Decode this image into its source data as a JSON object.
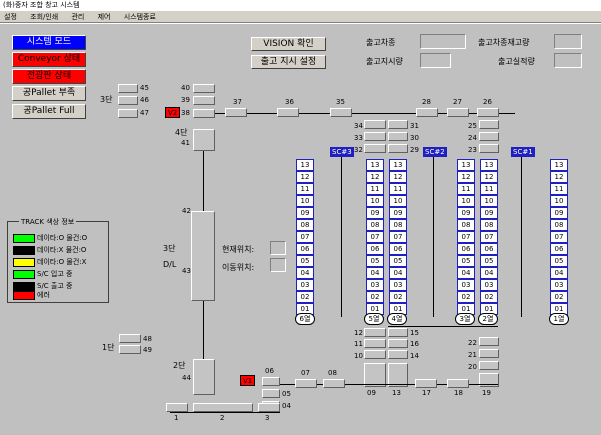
{
  "window": {
    "title": "(화)중자 조합 창고 시스템"
  },
  "menu": [
    "설정",
    "조회/인쇄",
    "관리",
    "제어",
    "시스템종료"
  ],
  "side_buttons": {
    "system_mode": "시스템 모드",
    "conveyor_state": "Conveyor 상태",
    "display_state": "전광판 상태",
    "empty_pallet_short": "공Pallet 부족",
    "empty_pallet_full": "공Pallet Full"
  },
  "top_buttons": {
    "vision_check": "VISION 확인",
    "outbound_order": "출고 지시 설정"
  },
  "status_fields": {
    "outbound_lane": "출고차종",
    "outbound_lane_stock": "출고차종재고량",
    "outbound_time": "출고지시량",
    "outbound_actual": "출고실적량"
  },
  "track_legend": {
    "title": "TRACK 색상 정보",
    "items": [
      {
        "label": "데이타:O 물건:O",
        "color": "#00ff00"
      },
      {
        "label": "데이타:X 물건:O",
        "color": "#000000"
      },
      {
        "label": "데이타:O 물건:X",
        "color": "#ffff00"
      },
      {
        "label": "S/C 입고 중",
        "color": "#00ff00"
      },
      {
        "label": "S/C 출고 중",
        "color": "#000000"
      },
      {
        "label": "에러",
        "color": "#ff0000"
      }
    ]
  },
  "positions": {
    "current_label": "현재위치:",
    "move_label": "이동위치:"
  },
  "floor_labels": {
    "f3_top": "3단",
    "f4": "4단",
    "f3dl_a": "3단",
    "f3dl_b": "D/L",
    "f1": "1단",
    "f2": "2단"
  },
  "markers": {
    "v2": "V2",
    "v1": "V1"
  },
  "sc_labels": [
    "SC#3",
    "SC#2",
    "SC#1"
  ],
  "cells": [
    "13",
    "12",
    "11",
    "10",
    "09",
    "08",
    "07",
    "06",
    "05",
    "04",
    "03",
    "02",
    "01"
  ],
  "rack_feet": [
    "6열",
    "5열",
    "4열",
    "3열",
    "2열",
    "1열"
  ],
  "conveyor_numbers": {
    "n45": "45",
    "n46": "46",
    "n47": "47",
    "n40": "40",
    "n39": "39",
    "n38": "38",
    "n41": "41",
    "n42": "42",
    "n43": "43",
    "n37": "37",
    "n36": "36",
    "n35": "35",
    "n28": "28",
    "n27": "27",
    "n26": "26",
    "n34": "34",
    "n33": "33",
    "n32": "32",
    "n31": "31",
    "n30": "30",
    "n29": "29",
    "n25": "25",
    "n24": "24",
    "n23": "23",
    "n12": "12",
    "n11": "11",
    "n10": "10",
    "n15": "15",
    "n16": "16",
    "n14": "14",
    "n22": "22",
    "n21": "21",
    "n20": "20",
    "n19": "19",
    "n18": "18",
    "n17": "17",
    "n13": "13",
    "n09": "09",
    "n08": "08",
    "n07": "07",
    "n06": "06",
    "n05": "05",
    "n04": "04",
    "n03": "3",
    "n02": "2",
    "n01": "1",
    "n48": "48",
    "n49": "49",
    "n44": "44"
  }
}
